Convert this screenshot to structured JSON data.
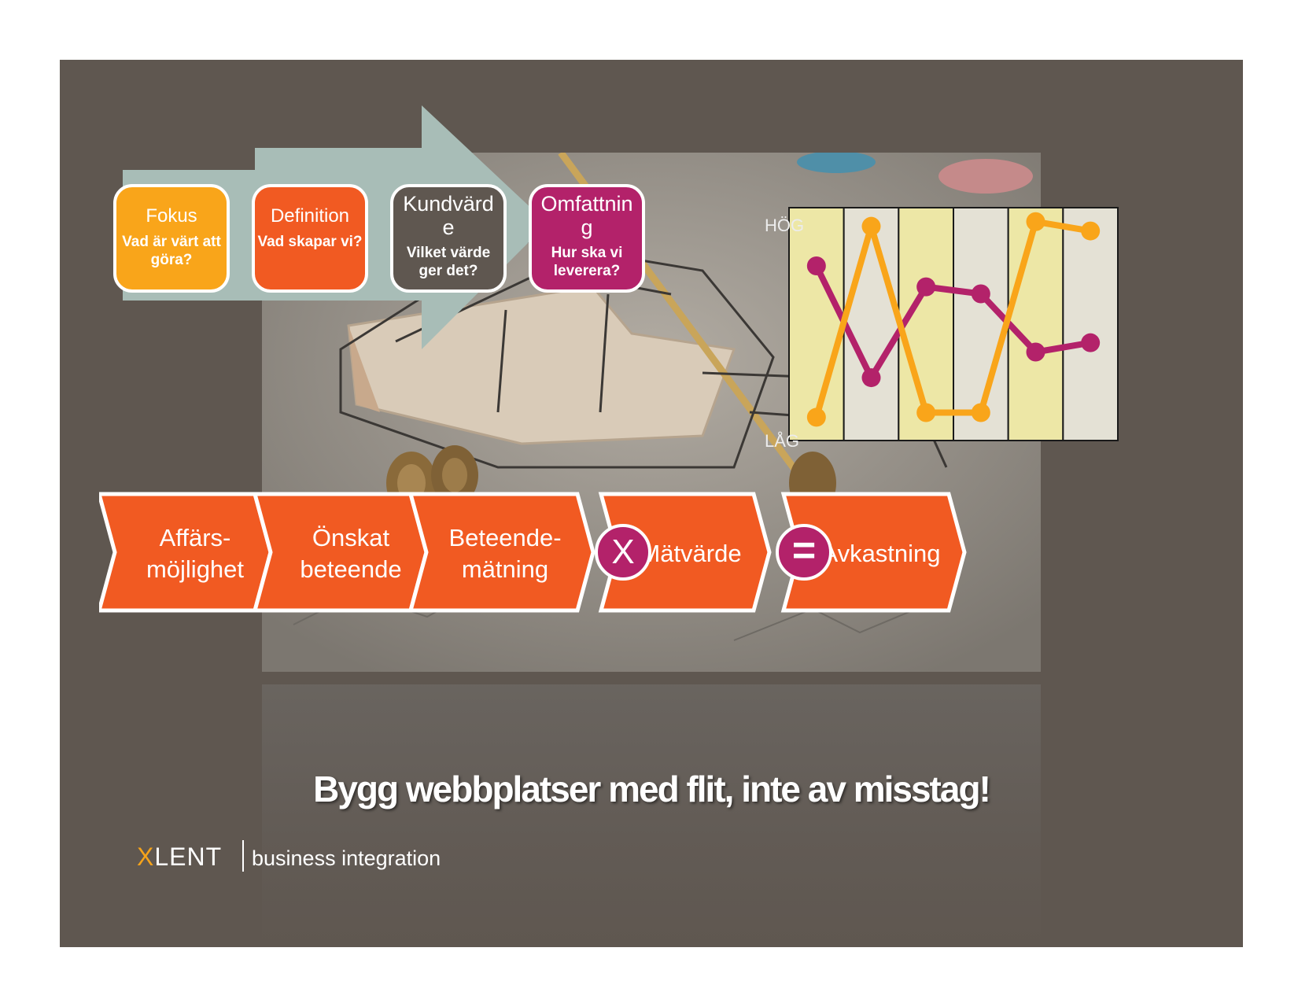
{
  "stages": [
    {
      "title": "Fokus",
      "question": "Vad är värt att göra?",
      "color": "#f9a51a"
    },
    {
      "title": "Definition",
      "question": "Vad skapar vi?",
      "color": "#f15a22"
    },
    {
      "title": "Kundvärde",
      "question": "Vilket värde ger det?",
      "color": "#5f5750"
    },
    {
      "title": "Omfattning",
      "question": "Hur ska vi leverera?",
      "color": "#b3226a"
    }
  ],
  "chart": {
    "top_label": "HÖG",
    "bottom_label": "LÅG"
  },
  "chart_data": {
    "type": "line",
    "x": [
      1,
      2,
      3,
      4,
      5,
      6
    ],
    "ylim": [
      0,
      1
    ],
    "series": [
      {
        "color": "#b3226a",
        "values": [
          0.75,
          0.27,
          0.66,
          0.63,
          0.38,
          0.42
        ]
      },
      {
        "color": "#f9a51a",
        "values": [
          0.1,
          0.92,
          0.12,
          0.12,
          0.94,
          0.9
        ]
      }
    ],
    "column_colors": [
      "#ede7a6",
      "#e4e1d5",
      "#ede7a6",
      "#e4e1d5",
      "#ede7a6",
      "#e4e1d5"
    ]
  },
  "flow": {
    "steps": [
      "Affärs-\nmöjlighet",
      "Önskat\nbeteende",
      "Beteende-\nmätning",
      "Mätvärde",
      "Avkastning"
    ],
    "multiply": "X",
    "equals": "=",
    "color": "#f15a22"
  },
  "tagline": "Bygg webbplatser med flit, inte av misstag!",
  "logo": {
    "x": "X",
    "lent": "LENT",
    "sub": "business integration"
  }
}
